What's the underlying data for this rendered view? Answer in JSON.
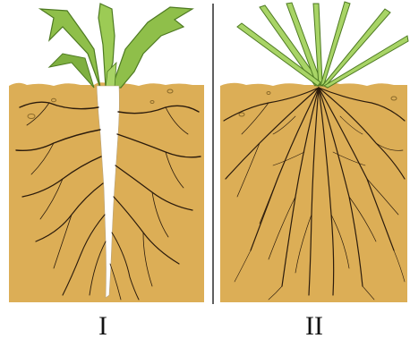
{
  "panels": [
    {
      "label": "I",
      "root_type": "taproot"
    },
    {
      "label": "II",
      "root_type": "fibrous"
    }
  ],
  "colors": {
    "soil": "#dcae56",
    "soil_shadow": "#c99a42",
    "root_white": "#ffffff",
    "root_dark": "#2b1b0c",
    "leaf_green": "#8fbf4a",
    "leaf_dark": "#4e7a22",
    "divider": "#2a2a2a"
  }
}
